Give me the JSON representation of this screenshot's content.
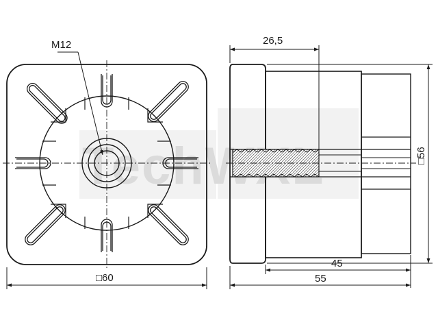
{
  "title": "",
  "labels": {
    "thread": "M12",
    "width_front": "□60",
    "length_total": "55",
    "length_body": "45",
    "cap_depth": "26,5",
    "height_side": "□56"
  },
  "watermark": "TechWXL",
  "colors": {
    "line": "#1a1a1a",
    "fill": "#ffffff",
    "watermark": "#d8d8d8",
    "hatch": "#555555"
  }
}
